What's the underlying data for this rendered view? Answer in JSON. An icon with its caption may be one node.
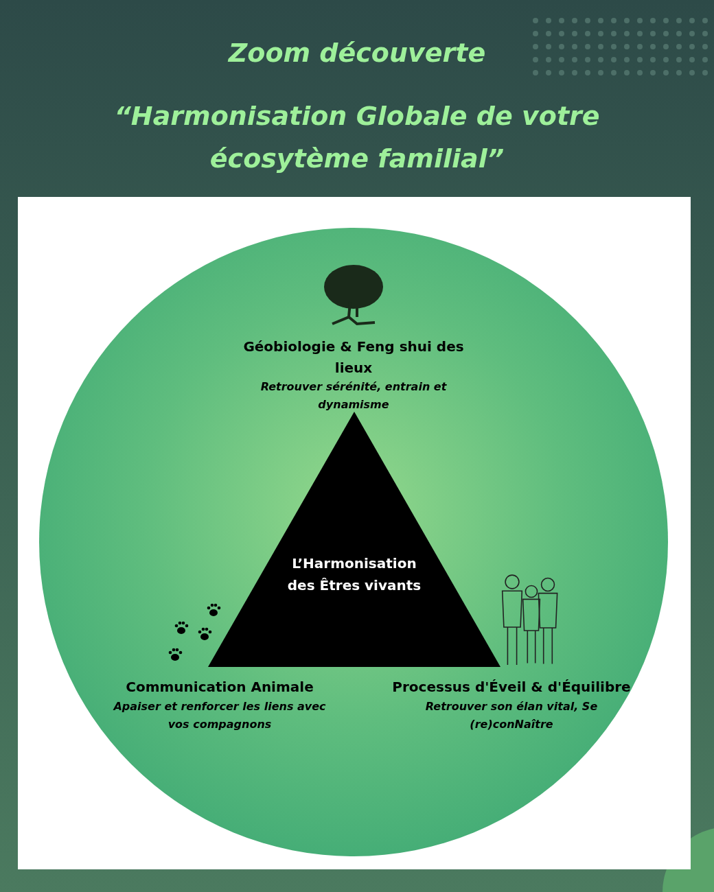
{
  "diagram": {
    "title": "Zoom découverte",
    "nodes": [
      {
        "text": [],
        "shape": "circle"
      },
      {
        "text": [
          "L’Harmonisation des Êtres vivants"
        ],
        "in": 0
      }
    ],
    "edges": [],
    "labels": [
      "“Harmonisation Globale de votre écosytème familial”",
      "Géobiologie & Feng shui des lieux",
      "Retrouver sérénité, entrain et dynamisme",
      "Communication Animale",
      "Apaiser et renforcer les liens avec vos compagnons",
      "Processus d'Éveil & d'Équilibre",
      "Retrouver son élan vital, Se (re)conNaître"
    ]
  }
}
